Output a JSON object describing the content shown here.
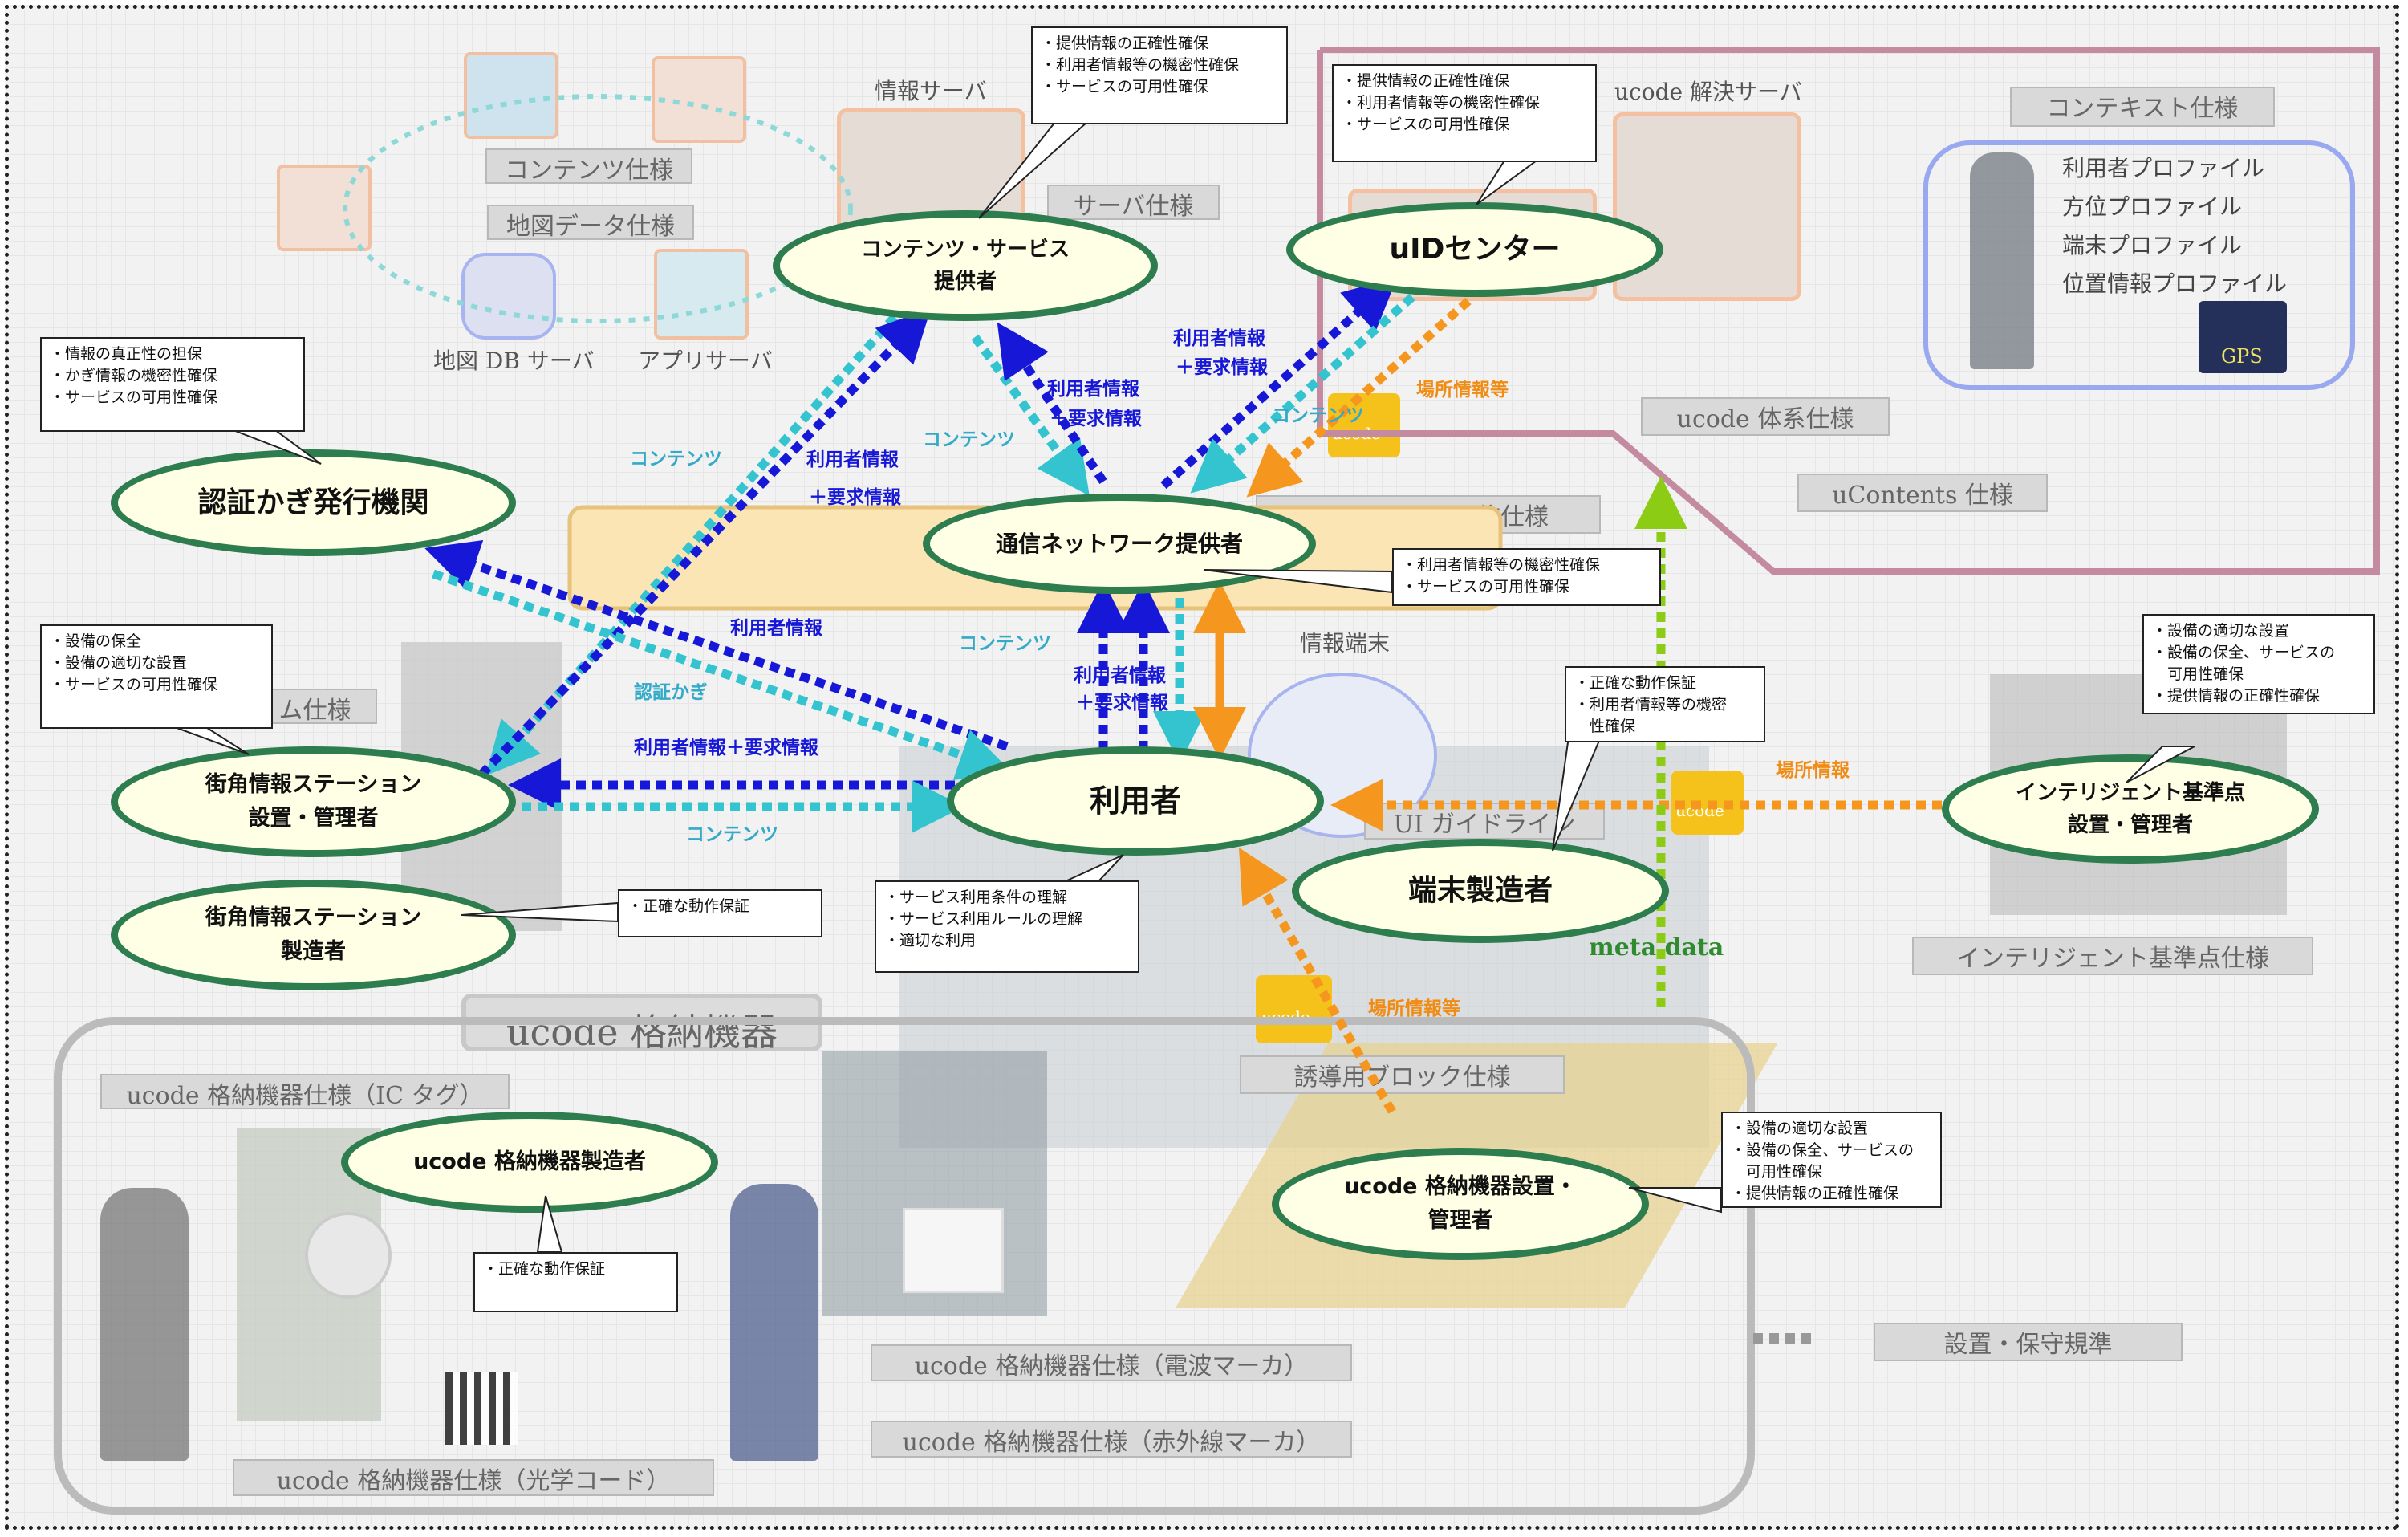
{
  "colors": {
    "ellipse_border": "#2e7d4f",
    "ellipse_fill": "#ffffe6",
    "arrow_blue": "#1717d8",
    "arrow_cyan": "#33c4d0",
    "arrow_orange": "#f5961e",
    "arrow_green": "#8ccc14",
    "frame_pink": "#c38aa0",
    "frame_blue": "#9aa8f0",
    "ucode_badge": "#f5c21b"
  },
  "actors": {
    "content_service": "コンテンツ・サービス\n提供者",
    "uid_center": "uIDセンター",
    "auth_key": "認証かぎ発行機関",
    "network_provider": "通信ネットワーク提供者",
    "street_admin": "街角情報ステーション\n設置・管理者",
    "street_maker": "街角情報ステーション\n製造者",
    "user": "利用者",
    "terminal_maker": "端末製造者",
    "intelligent_admin": "インテリジェント基準点\n設置・管理者",
    "ucode_maker": "ucode 格納機器製造者",
    "ucode_admin": "ucode 格納機器設置・\n管理者"
  },
  "callouts": {
    "content_service": "・提供情報の正確性確保\n・利用者情報等の機密性確保\n・サービスの可用性確保",
    "uid_center": "・提供情報の正確性確保\n・利用者情報等の機密性確保\n・サービスの可用性確保",
    "auth_key": "・情報の真正性の担保\n・かぎ情報の機密性確保\n・サービスの可用性確保",
    "street_admin": "・設備の保全\n・設備の適切な設置\n・サービスの可用性確保",
    "network": "・利用者情報等の機密性確保\n・サービスの可用性確保",
    "terminal": "・正確な動作保証\n・利用者情報等の機密\n　性確保",
    "intelligent": "・設備の適切な設置\n・設備の保全、サービスの\n　可用性確保\n・提供情報の正確性確保",
    "street_maker": "・正確な動作保証",
    "user": "・サービス利用条件の理解\n・サービス利用ルールの理解\n・適切な利用",
    "ucode_maker": "・正確な動作保証",
    "ucode_admin": "・設備の適切な設置\n・設備の保全、サービスの\n　可用性確保\n・提供情報の正確性確保"
  },
  "specs": {
    "contents": "コンテンツ仕様",
    "map_data": "地図データ仕様",
    "server": "サーバ仕様",
    "context": "コンテキスト仕様",
    "ucode_system": "ucode 体系仕様",
    "ucontents": "uContents 仕様",
    "network": "ネットワーク通信仕様",
    "station_partial": "ム仕様",
    "ui_guideline": "UI ガイドライン",
    "intelligent": "インテリジェント基準点仕様",
    "guide_block": "誘導用ブロック仕様",
    "ic_tag": "ucode 格納機器仕様（IC タグ）",
    "radio": "ucode 格納機器仕様（電波マーカ）",
    "infrared": "ucode 格納機器仕様（赤外線マーカ）",
    "optical": "ucode 格納機器仕様（光学コード）",
    "install": "設置・保守規準"
  },
  "captions": {
    "info_server": "情報サーバ",
    "ucode_server": "ucode 解決サーバ",
    "map_db": "地図 DB サーバ",
    "app_server": "アプリサーバ",
    "info_terminal": "情報端末",
    "ucode_devices": "ucode 格納機器",
    "network_partial": "通",
    "gps": "GPS",
    "ucode_badge": "ucode"
  },
  "context_items": [
    "利用者プロファイル",
    "方位プロファイル",
    "端末プロファイル",
    "位置情報プロファイル"
  ],
  "arrow_labels": {
    "contents_left": "コンテンツ",
    "user_info_1": "利用者情報",
    "user_info_1b": "＋要求情報",
    "user_info_center": "利用者情報",
    "user_info_center_b": "＋要求情報",
    "contents_center": "コンテンツ",
    "user_info_uid": "利用者情報",
    "user_info_uid_b": "＋要求情報",
    "contents_uid": "コンテンツ",
    "location_uid": "場所情報等",
    "user_info_auth": "利用者情報",
    "auth_key": "認証かぎ",
    "contents_net": "コンテンツ",
    "user_info_net": "利用者情報",
    "user_info_net_b": "＋要求情報",
    "user_info_station": "利用者情報＋要求情報",
    "contents_station": "コンテンツ",
    "location_right": "場所情報",
    "location_bottom": "場所情報等",
    "meta_data": "meta data"
  }
}
